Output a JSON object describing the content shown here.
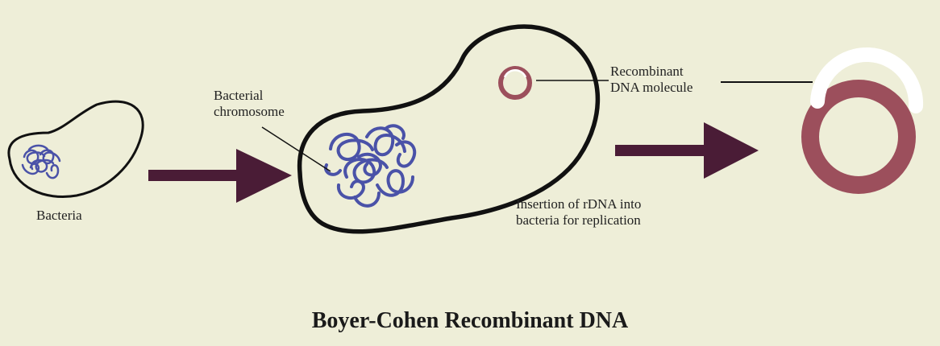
{
  "title": "Boyer-Cohen Recombinant DNA",
  "labels": {
    "bacteria": "Bacteria",
    "chromosome_line1": "Bacterial",
    "chromosome_line2": "chromosome",
    "recombinant_line1": "Recombinant",
    "recombinant_line2": "DNA molecule",
    "insertion_line1": "Insertion of rDNA into",
    "insertion_line2": "bacteria for replication"
  },
  "colors": {
    "background": "#eeeed8",
    "outline": "#111111",
    "chromosome": "#4a52a8",
    "arrow": "#4a1c36",
    "plasmid": "#9c4f5c",
    "plasmid_highlight": "#ffffff"
  }
}
